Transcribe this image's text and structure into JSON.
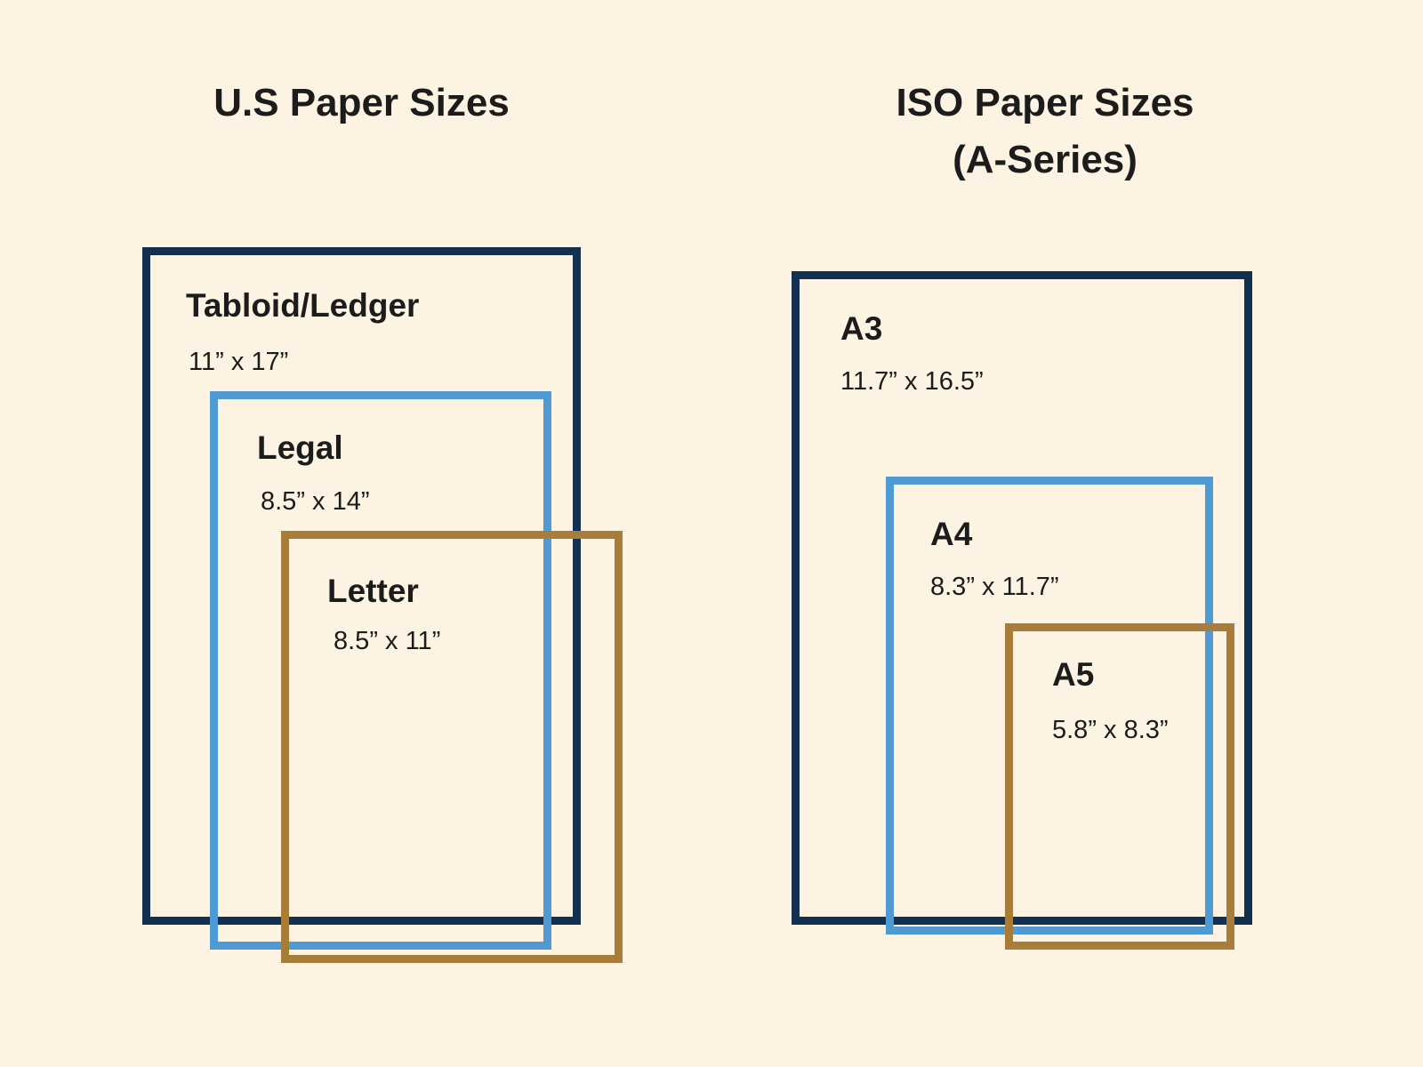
{
  "background_color": "#fcf3e2",
  "colors": {
    "navy": "#12304f",
    "blue": "#4f9ad3",
    "brown": "#a87d3a",
    "text": "#1c1c1c"
  },
  "us": {
    "title": "U.S Paper Sizes",
    "sizes": [
      {
        "name": "Tabloid/Ledger",
        "dimensions": "11” x 17”"
      },
      {
        "name": "Legal",
        "dimensions": "8.5” x 14”"
      },
      {
        "name": "Letter",
        "dimensions": "8.5” x 11”"
      }
    ]
  },
  "iso": {
    "title_line1": "ISO Paper Sizes",
    "title_line2": "(A-Series)",
    "sizes": [
      {
        "name": "A3",
        "dimensions": "11.7” x 16.5”"
      },
      {
        "name": "A4",
        "dimensions": "8.3” x 11.7”"
      },
      {
        "name": "A5",
        "dimensions": "5.8” x 8.3”"
      }
    ]
  }
}
